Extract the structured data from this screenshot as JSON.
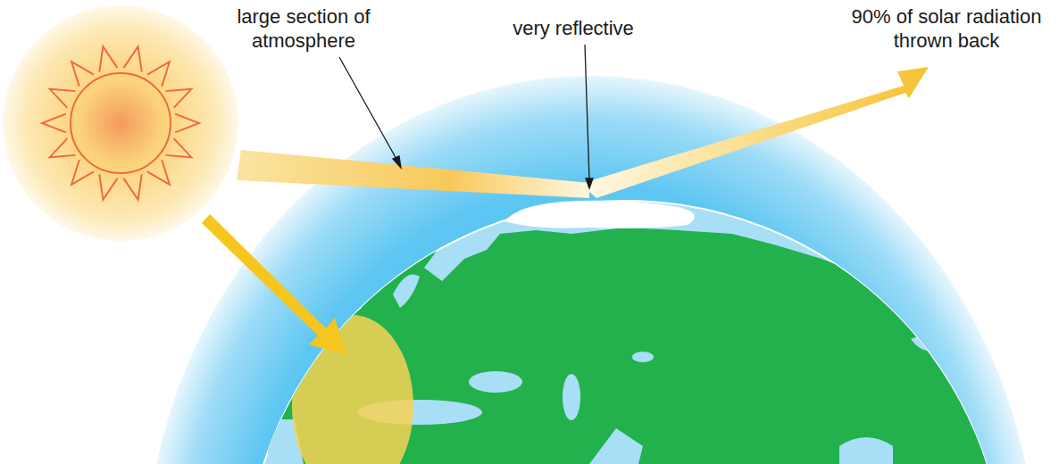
{
  "diagram": {
    "labels": [
      "large section of atmosphere",
      "very reflective",
      "90% of solar radiation thrown back"
    ]
  }
}
